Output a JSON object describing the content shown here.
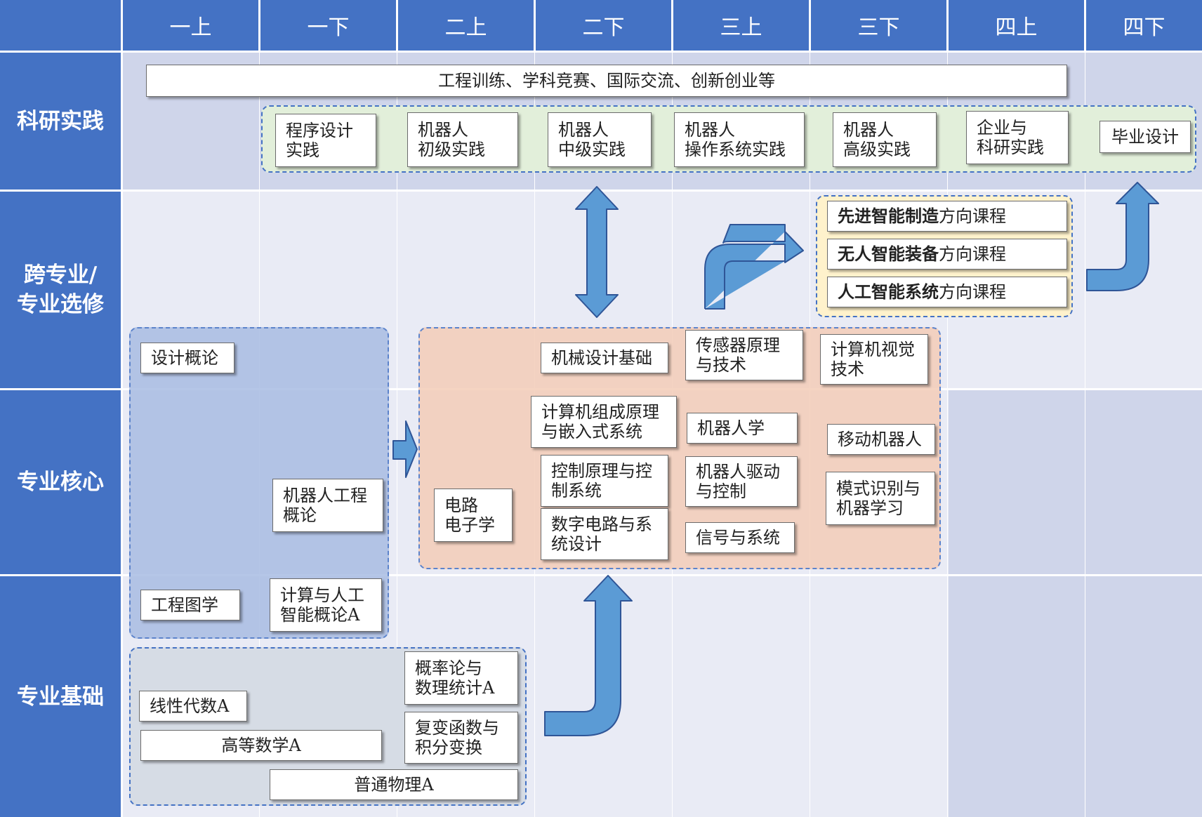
{
  "header": {
    "columns": [
      "一上",
      "一下",
      "二上",
      "二下",
      "三上",
      "三下",
      "四上",
      "四下"
    ]
  },
  "rows": {
    "research": "科研实践",
    "elective": "跨专业/\n专业选修",
    "core": "专业核心",
    "foundation": "专业基础"
  },
  "research": {
    "banner": "工程训练、学科竞赛、国际交流、创新创业等",
    "items": [
      "程序设计\n实践",
      "机器人\n初级实践",
      "机器人\n中级实践",
      "机器人\n操作系统实践",
      "机器人\n高级实践",
      "企业与\n科研实践",
      "毕业设计"
    ]
  },
  "directions": [
    {
      "bold": "先进智能制造",
      "rest": "方向课程"
    },
    {
      "bold": "无人智能装备",
      "rest": "方向课程"
    },
    {
      "bold": "人工智能系统",
      "rest": "方向课程"
    }
  ],
  "courses": {
    "design_intro": "设计概论",
    "mech_design": "机械设计基础",
    "sensor": "传感器原理\n与技术",
    "vision": "计算机视觉\n技术",
    "computer_org": "计算机组成原理\n与嵌入式系统",
    "robotics": "机器人学",
    "mobile_robot": "移动机器人",
    "control": "控制原理与控\n制系统",
    "robot_drive": "机器人驱动\n与控制",
    "pattern": "模式识别与\n机器学习",
    "robot_eng": "机器人工程\n概论",
    "circuit": "电路\n电子学",
    "digital": "数字电路与系\n统设计",
    "signal": "信号与系统",
    "eng_drawing": "工程图学",
    "comp_ai": "计算与人工\n智能概论A",
    "probability": "概率论与\n数理统计A",
    "linear_algebra": "线性代数A",
    "complex": "复变函数与\n积分变换",
    "calculus": "高等数学A",
    "physics": "普通物理A"
  },
  "colors": {
    "header": "#4472c4",
    "grid": "#e9ebf5",
    "grid_shade": "#cfd5ea",
    "research_region": "#e2efda",
    "direction_region": "#fff2cc",
    "core_region": "#f4cdb8",
    "early_region": "#a9bde3",
    "foundation_region": "#d6dce5",
    "arrow": "#5b9bd5",
    "arrow_edge": "#2f5597"
  }
}
